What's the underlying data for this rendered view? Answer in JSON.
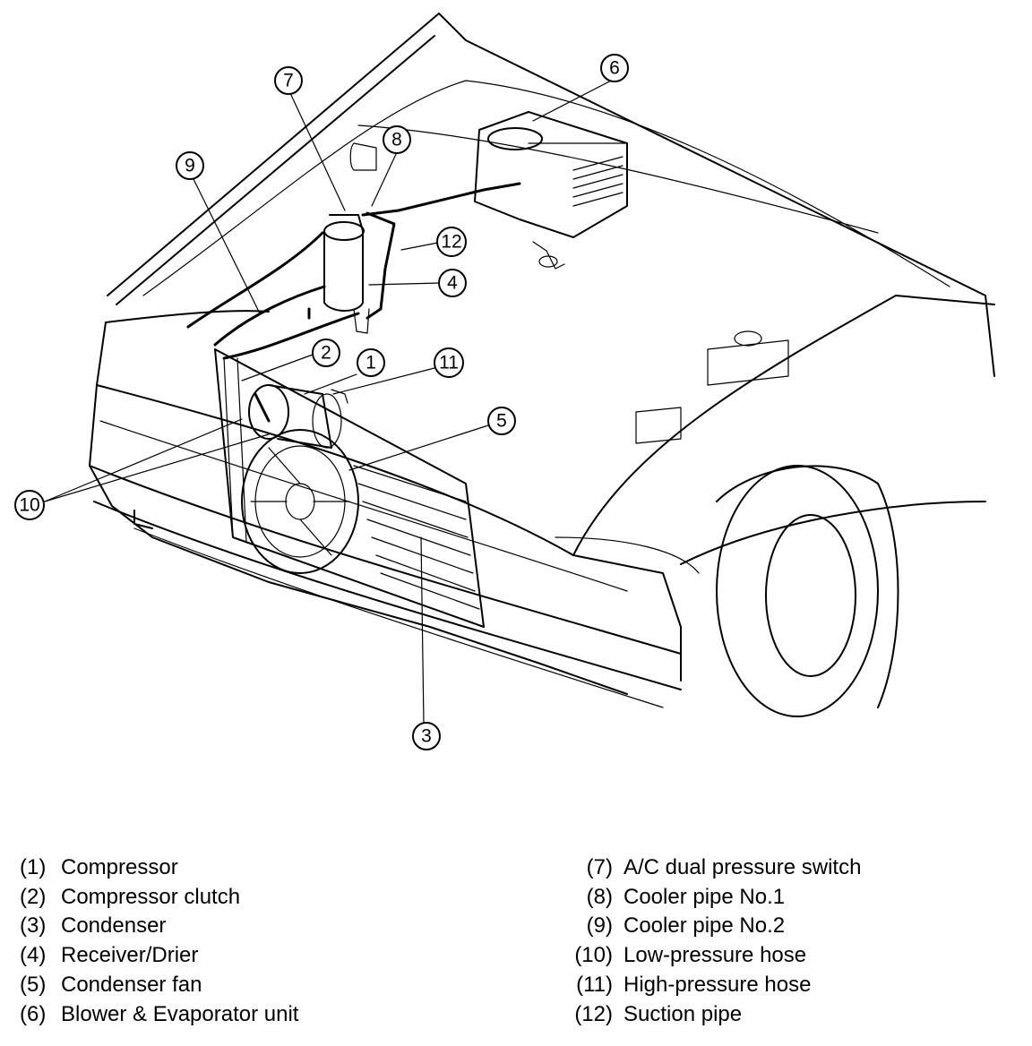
{
  "callouts": [
    {
      "number": "1"
    },
    {
      "number": "2"
    },
    {
      "number": "3"
    },
    {
      "number": "4"
    },
    {
      "number": "5"
    },
    {
      "number": "6"
    },
    {
      "number": "7"
    },
    {
      "number": "8"
    },
    {
      "number": "9"
    },
    {
      "number": "10"
    },
    {
      "number": "11"
    },
    {
      "number": "12"
    }
  ],
  "legend": {
    "left": [
      {
        "num": "(1)",
        "label": "Compressor"
      },
      {
        "num": "(2)",
        "label": "Compressor clutch"
      },
      {
        "num": "(3)",
        "label": "Condenser"
      },
      {
        "num": "(4)",
        "label": "Receiver/Drier"
      },
      {
        "num": "(5)",
        "label": "Condenser fan"
      },
      {
        "num": "(6)",
        "label": "Blower & Evaporator unit"
      }
    ],
    "right": [
      {
        "num": "(7)",
        "label": "A/C dual pressure switch"
      },
      {
        "num": "(8)",
        "label": "Cooler pipe No.1"
      },
      {
        "num": "(9)",
        "label": "Cooler pipe No.2"
      },
      {
        "num": "(10)",
        "label": "Low-pressure hose"
      },
      {
        "num": "(11)",
        "label": "High-pressure hose"
      },
      {
        "num": "(12)",
        "label": "Suction pipe"
      }
    ]
  }
}
